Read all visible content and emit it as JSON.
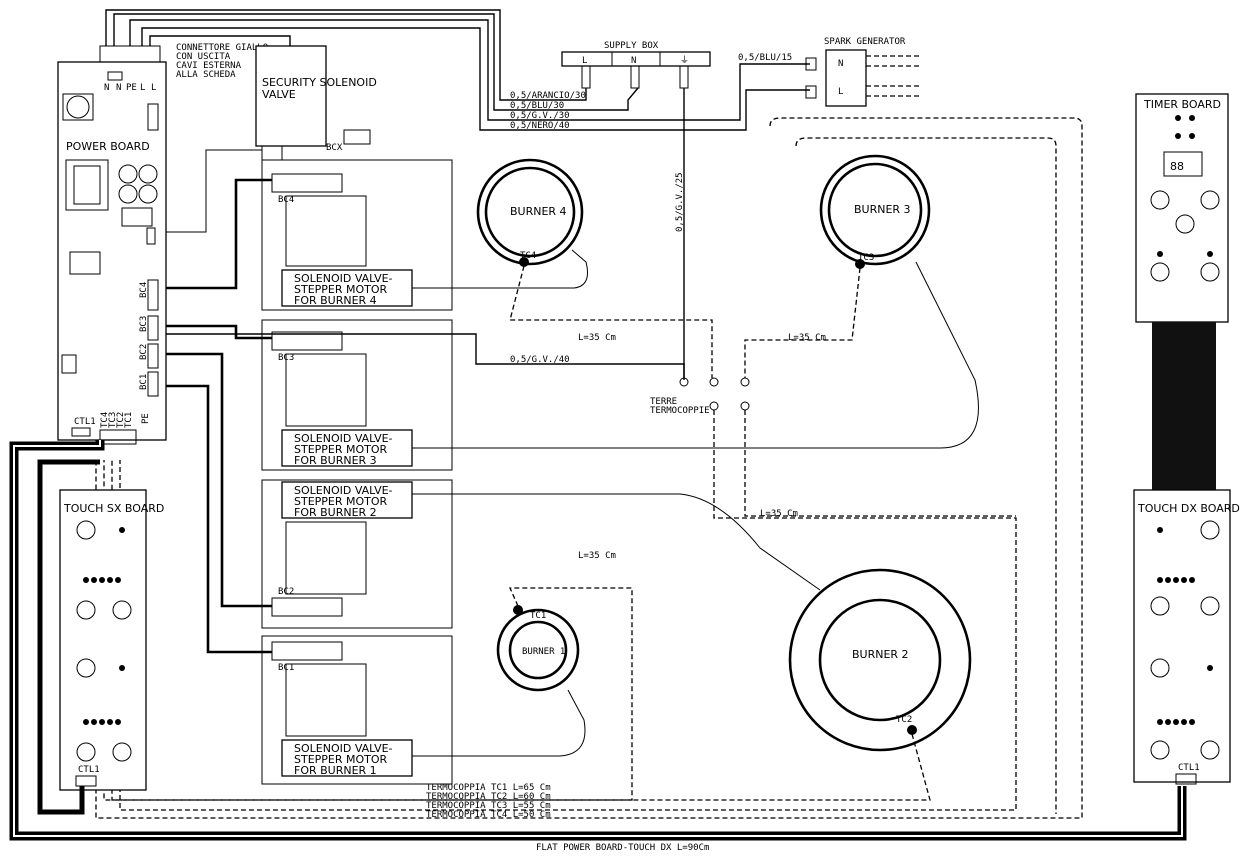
{
  "power_board": {
    "title": "POWER BOARD",
    "connector_note": [
      "CONNETTORE GIALLO",
      "CON USCITA",
      "CAVI ESTERNA",
      "ALLA SCHEDA"
    ],
    "connectors": [
      "BC4",
      "BC3",
      "BC2",
      "BC1"
    ],
    "ctl_label": "CTL1",
    "pe_label": "PE",
    "bcx_label": "BCX",
    "tc_labels": [
      "TC4",
      "TC3",
      "TC2",
      "TC1"
    ],
    "pin_labels": [
      "N",
      "N",
      "PE",
      "L",
      "L"
    ]
  },
  "security_valve": {
    "label_line1": "SECURITY SOLENOID",
    "label_line2": "VALVE",
    "bcx": "BCX"
  },
  "supply_box": {
    "title": "SUPPLY BOX",
    "terminals": [
      "L",
      "N",
      "⏚"
    ]
  },
  "spark_generator": {
    "title": "SPARK GENERATOR",
    "terminals": [
      "N",
      "L"
    ]
  },
  "wires": {
    "arancio": "0,5/ARANCIO/30",
    "blu": "0,5/BLU/30",
    "gv30": "0,5/G.V./30",
    "nero": "0,5/NERO/40",
    "blu15": "0,5/BLU/15",
    "gv25": "0,5/G.V./25",
    "gv40": "0,5/G.V./40"
  },
  "earth_label": [
    "TERRE",
    "TERMOCOPPIE"
  ],
  "lengths": {
    "l35": "L=35 Cm"
  },
  "stepper_units": [
    {
      "connector": "BC4",
      "line1": "SOLENOID VALVE-",
      "line2": "STEPPER MOTOR",
      "line3": "FOR BURNER 4"
    },
    {
      "connector": "BC3",
      "line1": "SOLENOID VALVE-",
      "line2": "STEPPER MOTOR",
      "line3": "FOR BURNER 3"
    },
    {
      "connector": "BC2",
      "line1": "SOLENOID VALVE-",
      "line2": "STEPPER MOTOR",
      "line3": "FOR BURNER 2"
    },
    {
      "connector": "BC1",
      "line1": "SOLENOID VALVE-",
      "line2": "STEPPER MOTOR",
      "line3": "FOR BURNER 1"
    }
  ],
  "burners": [
    {
      "name": "BURNER 4",
      "tc": "TC4"
    },
    {
      "name": "BURNER 3",
      "tc": "TC3"
    },
    {
      "name": "BURNER 2",
      "tc": "TC2"
    },
    {
      "name": "BURNER 1",
      "tc": "TC1"
    }
  ],
  "boards": {
    "timer": "TIMER BOARD",
    "touch_sx": "TOUCH SX BOARD",
    "touch_dx": "TOUCH DX BOARD",
    "timer_digits": "88",
    "ctl1": "CTL1"
  },
  "thermocouples": [
    "TERMOCOPPIA TC1 L=65 Cm",
    "TERMOCOPPIA TC2 L=60 Cm",
    "TERMOCOPPIA TC3 L=55 Cm",
    "TERMOCOPPIA TC4 L=50 Cm"
  ],
  "flat_cable": "FLAT POWER BOARD-TOUCH DX L=90Cm"
}
